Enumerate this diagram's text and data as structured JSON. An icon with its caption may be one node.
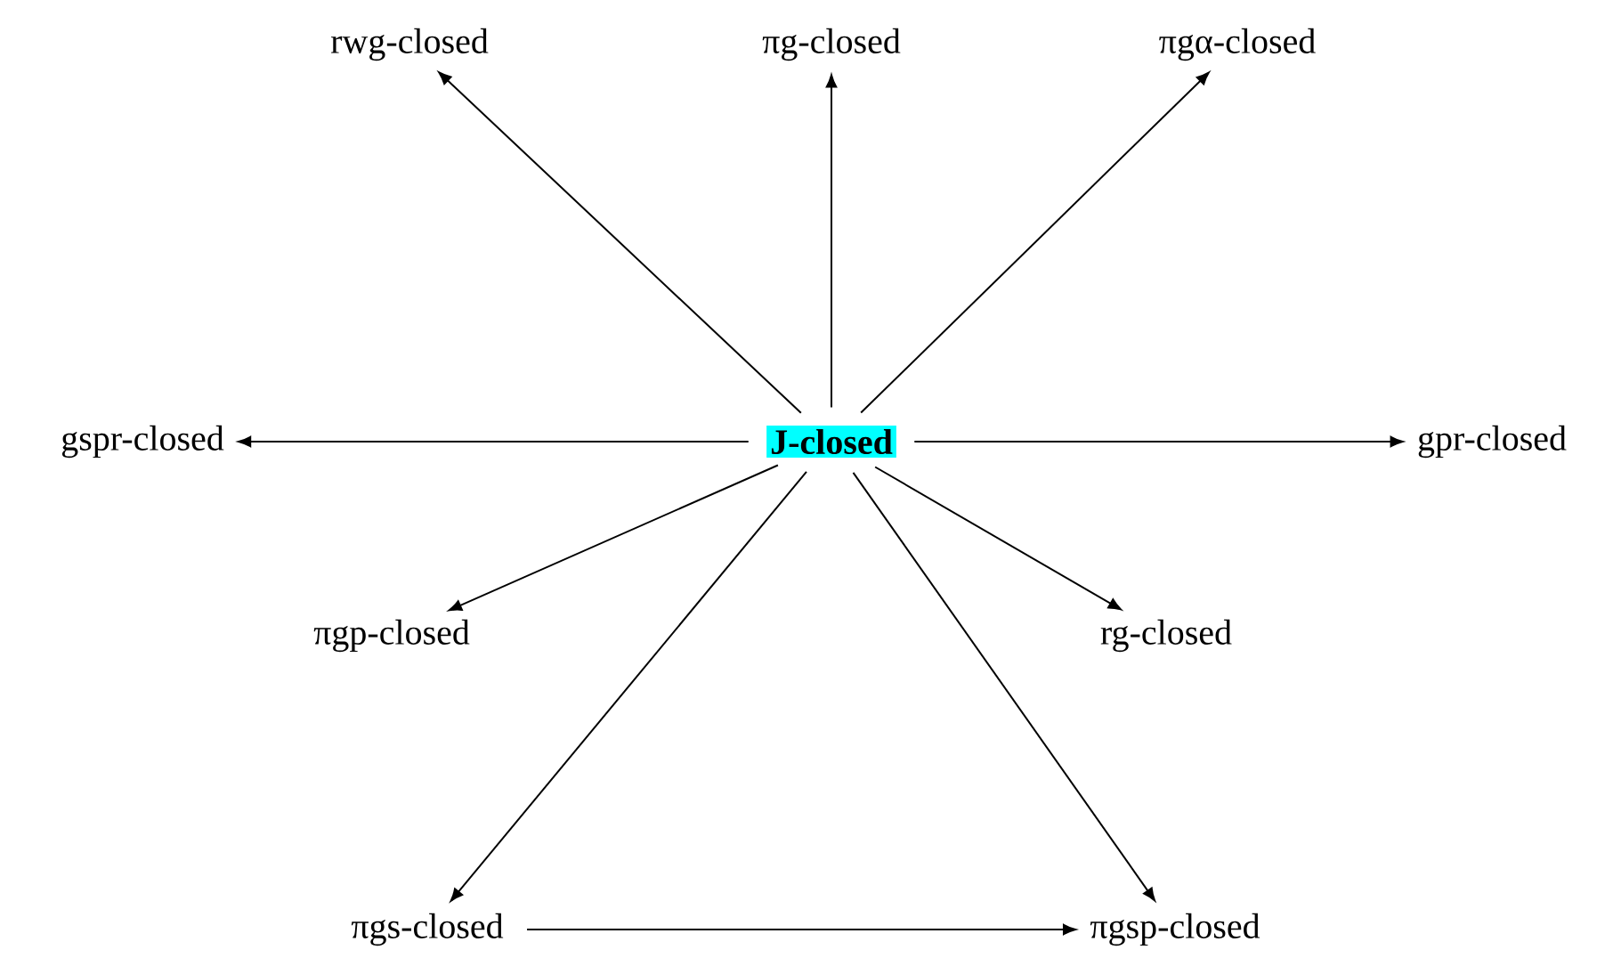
{
  "diagram": {
    "nodes": [
      {
        "text": [
          "J-closed"
        ]
      },
      {
        "text": [
          "rwg-closed"
        ]
      },
      {
        "text": [
          "πg-closed"
        ]
      },
      {
        "text": [
          "πgα-closed"
        ]
      },
      {
        "text": [
          "gspr-closed"
        ]
      },
      {
        "text": [
          "gpr-closed"
        ]
      },
      {
        "text": [
          "πgp-closed"
        ]
      },
      {
        "text": [
          "rg-closed"
        ]
      },
      {
        "text": [
          "πgs-closed"
        ]
      },
      {
        "text": [
          "πgsp-closed"
        ]
      }
    ],
    "edges": [
      {
        "from": 0,
        "to": 1,
        "arrow": "to"
      },
      {
        "from": 0,
        "to": 2,
        "arrow": "to"
      },
      {
        "from": 0,
        "to": 3,
        "arrow": "to"
      },
      {
        "from": 0,
        "to": 4,
        "arrow": "to"
      },
      {
        "from": 0,
        "to": 5,
        "arrow": "to"
      },
      {
        "from": 0,
        "to": 6,
        "arrow": "to"
      },
      {
        "from": 0,
        "to": 7,
        "arrow": "to"
      },
      {
        "from": 0,
        "to": 8,
        "arrow": "to"
      },
      {
        "from": 0,
        "to": 9,
        "arrow": "to"
      },
      {
        "from": 8,
        "to": 9,
        "arrow": "to"
      }
    ]
  }
}
